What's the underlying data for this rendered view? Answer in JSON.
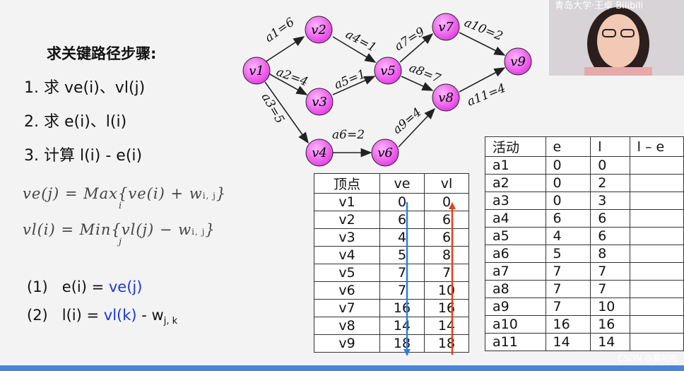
{
  "heading": "求关键路径步骤:",
  "steps": [
    "1.  求 ve(i)、vl(j)",
    "2.  求 e(i)、l(i)",
    "3.  计算 l(i) - e(i)"
  ],
  "formulas": {
    "ve_lhs": "ve(j)  =  Max",
    "ve_op": "i",
    "ve_rhs": "{ve(i) + w",
    "ve_sub": "i, j",
    "ve_close": "}",
    "vl_lhs": "vl(i)  =  Min",
    "vl_op": "j",
    "vl_rhs": "{vl(j) − w",
    "vl_sub": "i, j",
    "vl_close": "}"
  },
  "eq1": {
    "label": "(1)",
    "lhs": "e(i) = ",
    "rhs": "ve(j)"
  },
  "eq2": {
    "label": "(2)",
    "lhs": "l(i) = ",
    "rhs": "vl(k)",
    "tail": " - w",
    "sub": "j, k"
  },
  "graph": {
    "node_color": "#e640e6",
    "nodes": [
      "v1",
      "v2",
      "v3",
      "v4",
      "v5",
      "v6",
      "v7",
      "v8",
      "v9"
    ],
    "edges": [
      "a1=6",
      "a2=4",
      "a3=5",
      "a4=1",
      "a5=1",
      "a6=2",
      "a7=9",
      "a8=7",
      "a9=4",
      "a10=2",
      "a11=4"
    ]
  },
  "vertex_table": {
    "headers": [
      "顶点",
      "ve",
      "vl"
    ],
    "rows": [
      [
        "v1",
        "0",
        "0"
      ],
      [
        "v2",
        "6",
        "6"
      ],
      [
        "v3",
        "4",
        "6"
      ],
      [
        "v4",
        "5",
        "8"
      ],
      [
        "v5",
        "7",
        "7"
      ],
      [
        "v6",
        "7",
        "10"
      ],
      [
        "v7",
        "16",
        "16"
      ],
      [
        "v8",
        "14",
        "14"
      ],
      [
        "v9",
        "18",
        "18"
      ]
    ],
    "ve_arrow_color": "#2f7de0",
    "vl_arrow_color": "#e0421a"
  },
  "activity_table": {
    "headers": [
      "活动",
      "e",
      "l",
      "l – e"
    ],
    "rows": [
      [
        "a1",
        "0",
        "0",
        ""
      ],
      [
        "a2",
        "0",
        "2",
        ""
      ],
      [
        "a3",
        "0",
        "3",
        ""
      ],
      [
        "a4",
        "6",
        "6",
        ""
      ],
      [
        "a5",
        "4",
        "6",
        ""
      ],
      [
        "a6",
        "5",
        "8",
        ""
      ],
      [
        "a7",
        "7",
        "7",
        ""
      ],
      [
        "a8",
        "7",
        "7",
        ""
      ],
      [
        "a9",
        "7",
        "10",
        ""
      ],
      [
        "a10",
        "16",
        "16",
        ""
      ],
      [
        "a11",
        "14",
        "14",
        ""
      ]
    ]
  },
  "webcam_text": "青岛大学·王卓 Bilibili",
  "watermark": "CSDN @算吧啦"
}
